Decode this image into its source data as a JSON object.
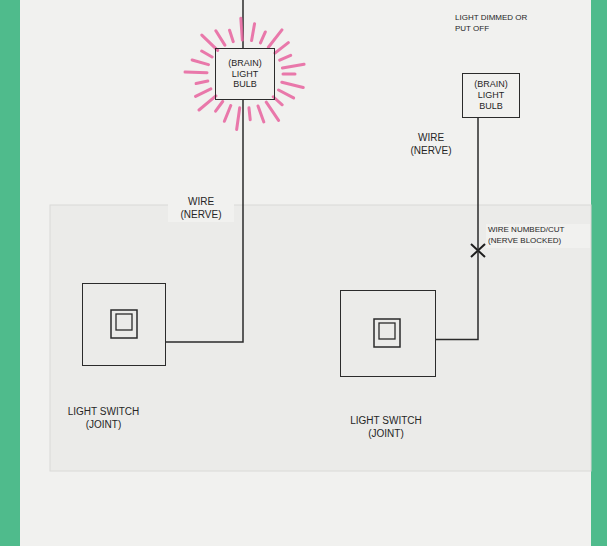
{
  "diagram": {
    "nodes": [
      {
        "text": [
          "(BRAIN)",
          "LIGHT BULB"
        ]
      },
      {
        "text": [
          "LIGHT DIMMED OR PUT OFF",
          "(BRAIN)",
          "LIGHT BULB"
        ]
      },
      {
        "text": [
          "LIGHT SWITCH (JOINT)"
        ]
      },
      {
        "text": [
          "LIGHT SWITCH (JOINT)"
        ]
      }
    ],
    "edges": [
      {
        "from": 2,
        "to": 0,
        "label": "WIRE (NERVE)",
        "arrow": "none"
      },
      {
        "from": 3,
        "to": 1,
        "label": "WIRE (NERVE)",
        "arrow": "none"
      }
    ],
    "labels": [
      "WIRE NUMBED/CUT (NERVE BLOCKED)"
    ]
  }
}
